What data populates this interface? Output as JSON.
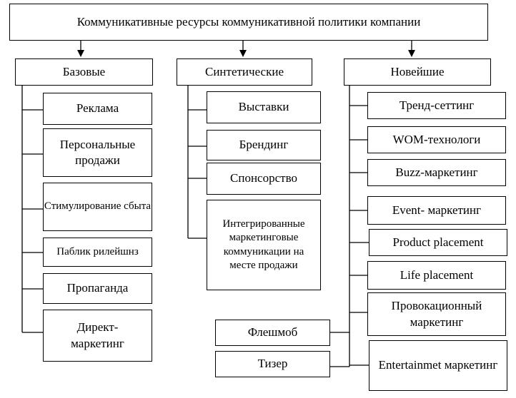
{
  "title": "Коммуникативные ресурсы коммуникативной политики компании",
  "categories": {
    "basic": "Базовые",
    "synthetic": "Синтетические",
    "newest": "Новейшие"
  },
  "basic_items": [
    "Реклама",
    "Персональные продажи",
    "Стимулирование сбыта",
    "Паблик рилейшнз",
    "Пропаганда",
    "Директ-маркетинг"
  ],
  "synthetic_items": [
    "Выставки",
    "Брендинг",
    "Спонсорство",
    "Интегрированные маркетинговые коммуникации на месте продажи"
  ],
  "newest_items": [
    "Тренд-сеттинг",
    "WOM-технологи",
    "Buzz-маркетинг",
    "Event- маркетинг",
    "Product placement",
    "Life placement",
    "Провокационный маркетинг",
    "Entertainmet маркетинг"
  ],
  "newest_extra": [
    "Флешмоб",
    "Тизер"
  ]
}
